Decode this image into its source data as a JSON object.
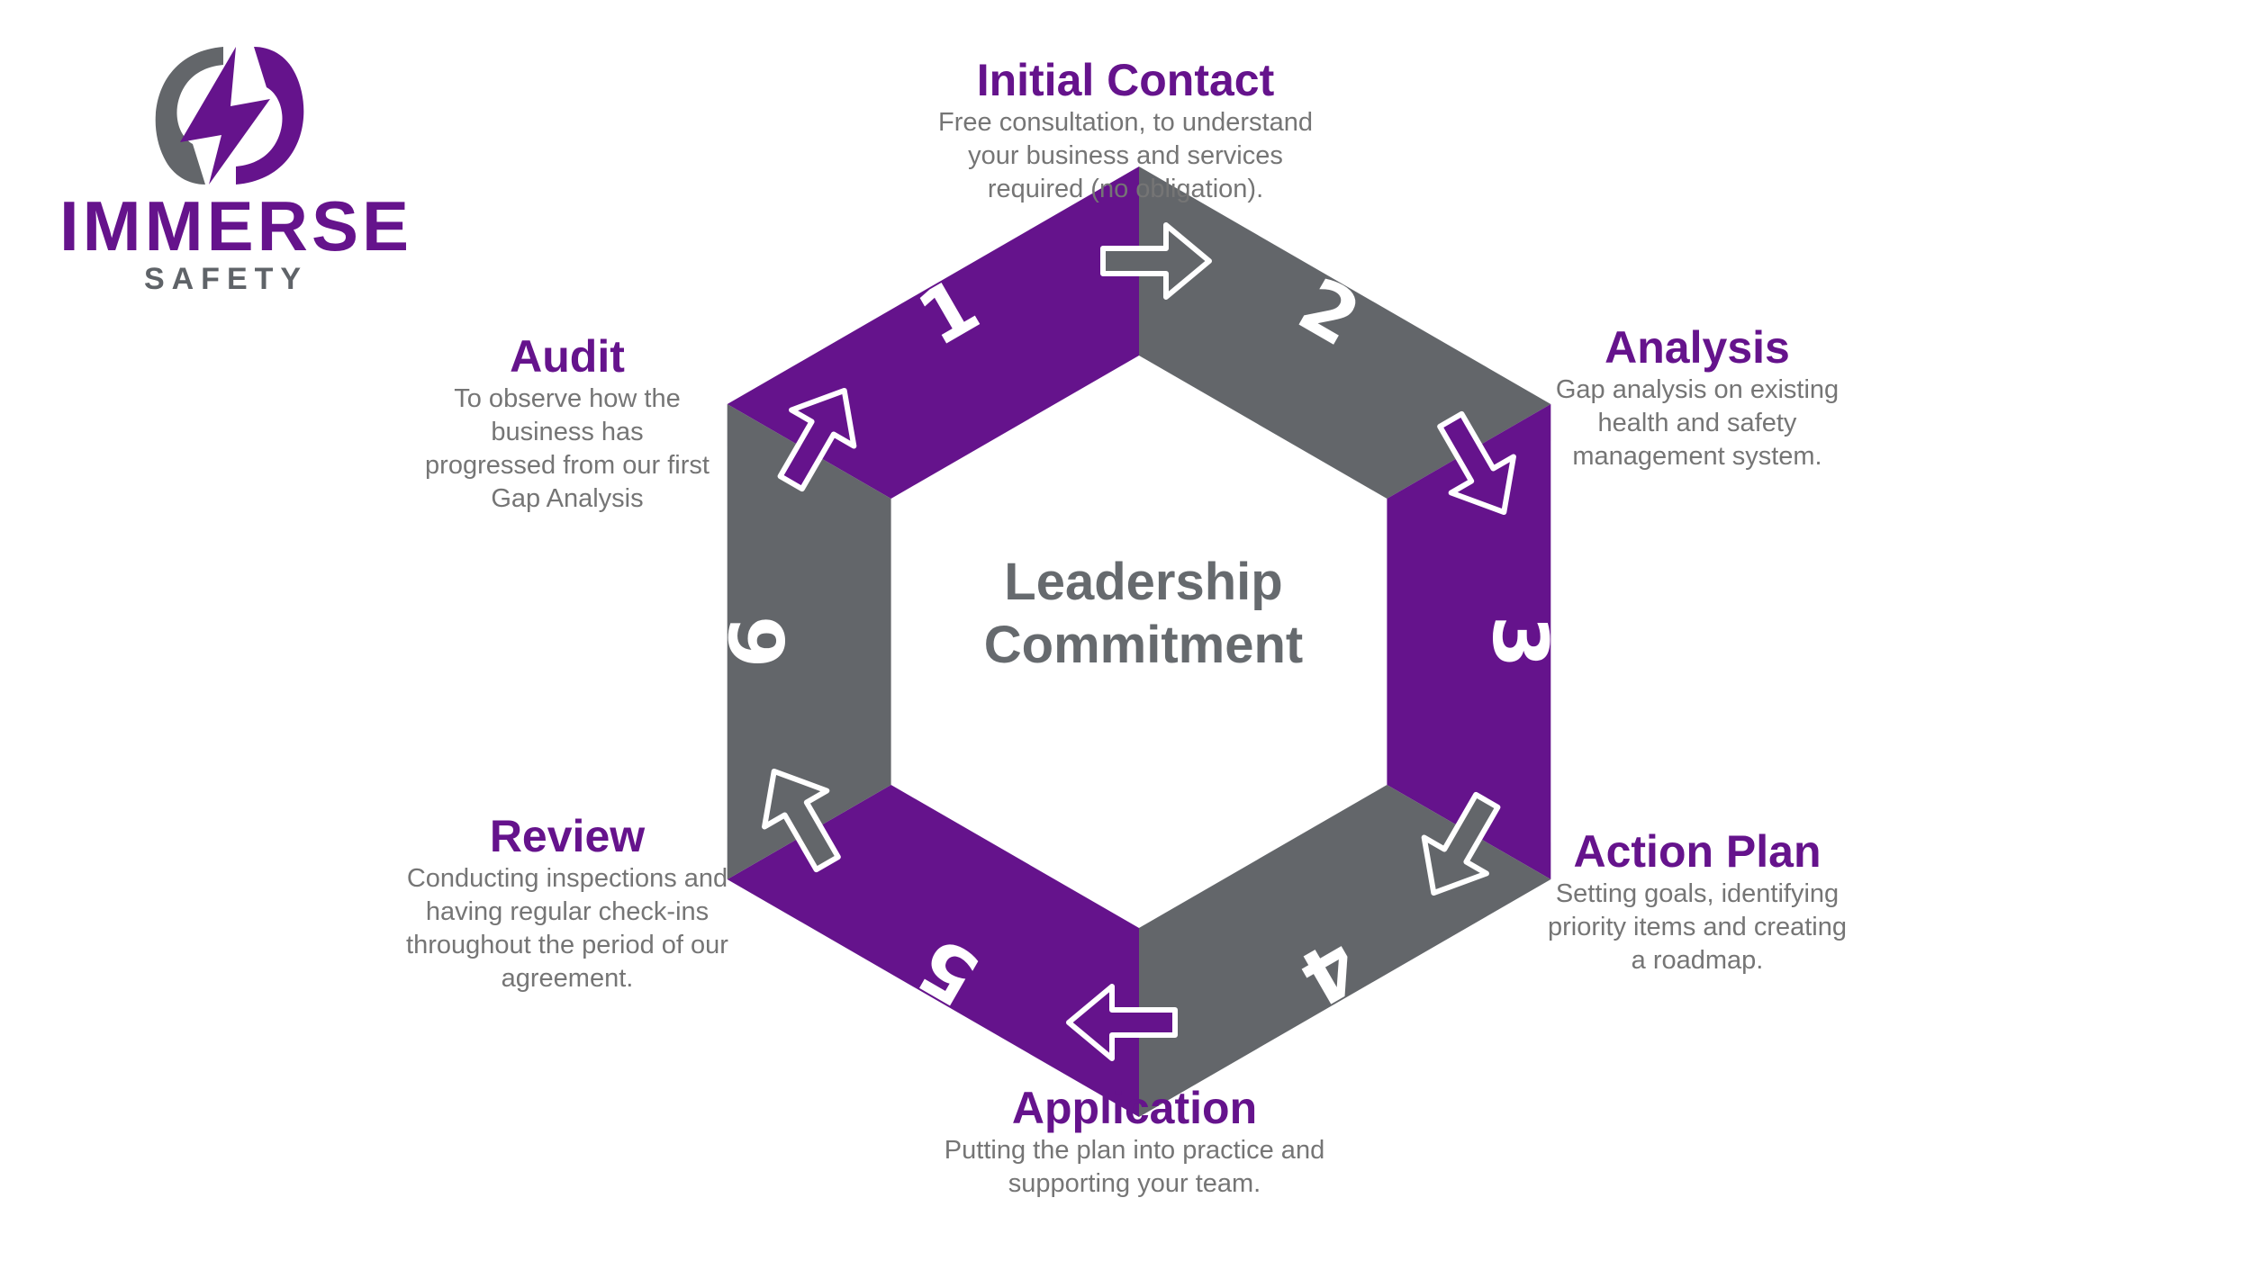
{
  "logo": {
    "name": "IMMERSE",
    "subtitle": "SAFETY",
    "icon": "lightning-swirl-logo"
  },
  "center": {
    "line1": "Leadership",
    "line2": "Commitment"
  },
  "colors": {
    "purple": "#65138C",
    "gray": "#63666A",
    "text_gray": "#757575"
  },
  "segments": [
    {
      "number": "1",
      "color": "purple"
    },
    {
      "number": "2",
      "color": "gray"
    },
    {
      "number": "3",
      "color": "purple"
    },
    {
      "number": "4",
      "color": "gray"
    },
    {
      "number": "5",
      "color": "purple"
    },
    {
      "number": "6",
      "color": "gray"
    }
  ],
  "stages": [
    {
      "title": "Initial Contact",
      "lines": [
        "Free consultation, to understand",
        "your business and services",
        "required (no obligation)."
      ]
    },
    {
      "title": "Analysis",
      "lines": [
        "Gap analysis on existing",
        "health and safety",
        "management system."
      ]
    },
    {
      "title": "Action Plan",
      "lines": [
        "Setting goals, identifying",
        "priority items and creating",
        "a roadmap."
      ]
    },
    {
      "title": "Application",
      "lines": [
        "Putting the plan into practice and",
        "supporting your team."
      ]
    },
    {
      "title": "Review",
      "lines": [
        "Conducting inspections and",
        "having regular check-ins",
        "throughout the period of our",
        "agreement."
      ]
    },
    {
      "title": "Audit",
      "lines": [
        "To observe how the",
        "business has",
        "progressed from our first",
        "Gap Analysis"
      ]
    }
  ]
}
